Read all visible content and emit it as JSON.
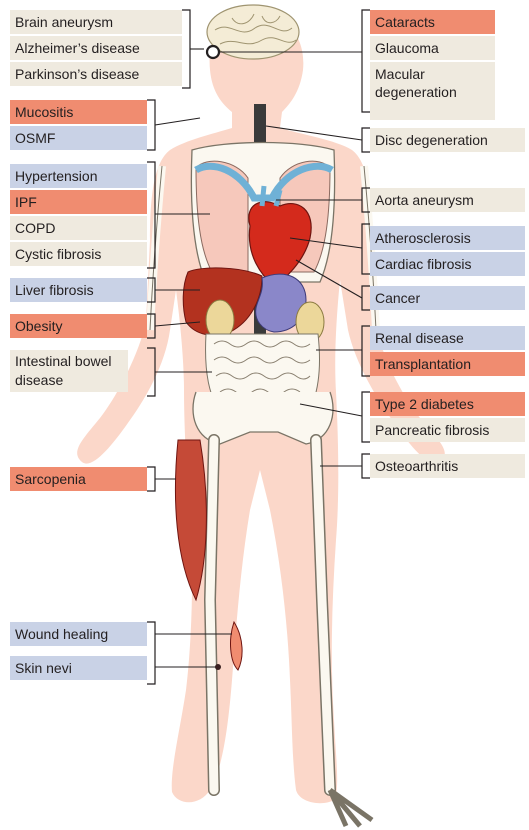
{
  "colors": {
    "age_related": "#efeadf",
    "fibrosis_related": "#c9d2e6",
    "senescence_related": "#f08c70",
    "body_fill": "#fbd7c9",
    "bone_fill": "#fbf8f0",
    "organ_red": "#d42a1c",
    "lung_fill": "#f6c8bb",
    "liver_fill": "#b3321f",
    "stomach_fill": "#8a87c9",
    "muscle_fill": "#c54a37"
  },
  "left_labels": [
    {
      "id": "brain-aneurysm",
      "text": "Brain aneurysm",
      "category": "tan"
    },
    {
      "id": "alzheimers",
      "text": "Alzheimer’s disease",
      "category": "tan"
    },
    {
      "id": "parkinsons",
      "text": "Parkinson’s disease",
      "category": "tan"
    },
    {
      "id": "mucositis",
      "text": "Mucositis",
      "category": "salmon"
    },
    {
      "id": "osmf",
      "text": "OSMF",
      "category": "blue"
    },
    {
      "id": "hypertension",
      "text": "Hypertension",
      "category": "blue"
    },
    {
      "id": "ipf",
      "text": "IPF",
      "category": "salmon"
    },
    {
      "id": "copd",
      "text": "COPD",
      "category": "tan"
    },
    {
      "id": "cystic-fibrosis",
      "text": "Cystic fibrosis",
      "category": "tan"
    },
    {
      "id": "liver-fibrosis",
      "text": "Liver fibrosis",
      "category": "blue"
    },
    {
      "id": "obesity",
      "text": "Obesity",
      "category": "salmon"
    },
    {
      "id": "intestinal-bowel-disease",
      "text": "Intestinal bowel disease",
      "category": "tan"
    },
    {
      "id": "sarcopenia",
      "text": "Sarcopenia",
      "category": "salmon"
    },
    {
      "id": "wound-healing",
      "text": "Wound healing",
      "category": "blue"
    },
    {
      "id": "skin-nevi",
      "text": "Skin nevi",
      "category": "blue"
    }
  ],
  "right_labels": [
    {
      "id": "cataracts",
      "text": "Cataracts",
      "category": "salmon"
    },
    {
      "id": "glaucoma",
      "text": "Glaucoma",
      "category": "tan"
    },
    {
      "id": "macular-degeneration",
      "text": "Macular degeneration",
      "category": "tan"
    },
    {
      "id": "disc-degeneration",
      "text": "Disc degeneration",
      "category": "tan"
    },
    {
      "id": "aorta-aneurysm",
      "text": "Aorta aneurysm",
      "category": "tan"
    },
    {
      "id": "atherosclerosis",
      "text": "Atherosclerosis",
      "category": "blue"
    },
    {
      "id": "cardiac-fibrosis",
      "text": "Cardiac fibrosis",
      "category": "blue"
    },
    {
      "id": "cancer",
      "text": "Cancer",
      "category": "blue"
    },
    {
      "id": "renal-disease",
      "text": "Renal disease",
      "category": "blue"
    },
    {
      "id": "transplantation",
      "text": "Transplantation",
      "category": "salmon"
    },
    {
      "id": "type-2-diabetes",
      "text": "Type 2 diabetes",
      "category": "salmon"
    },
    {
      "id": "pancreatic-fibrosis",
      "text": "Pancreatic fibrosis",
      "category": "tan"
    },
    {
      "id": "osteoarthritis",
      "text": "Osteoarthritis",
      "category": "tan"
    }
  ]
}
